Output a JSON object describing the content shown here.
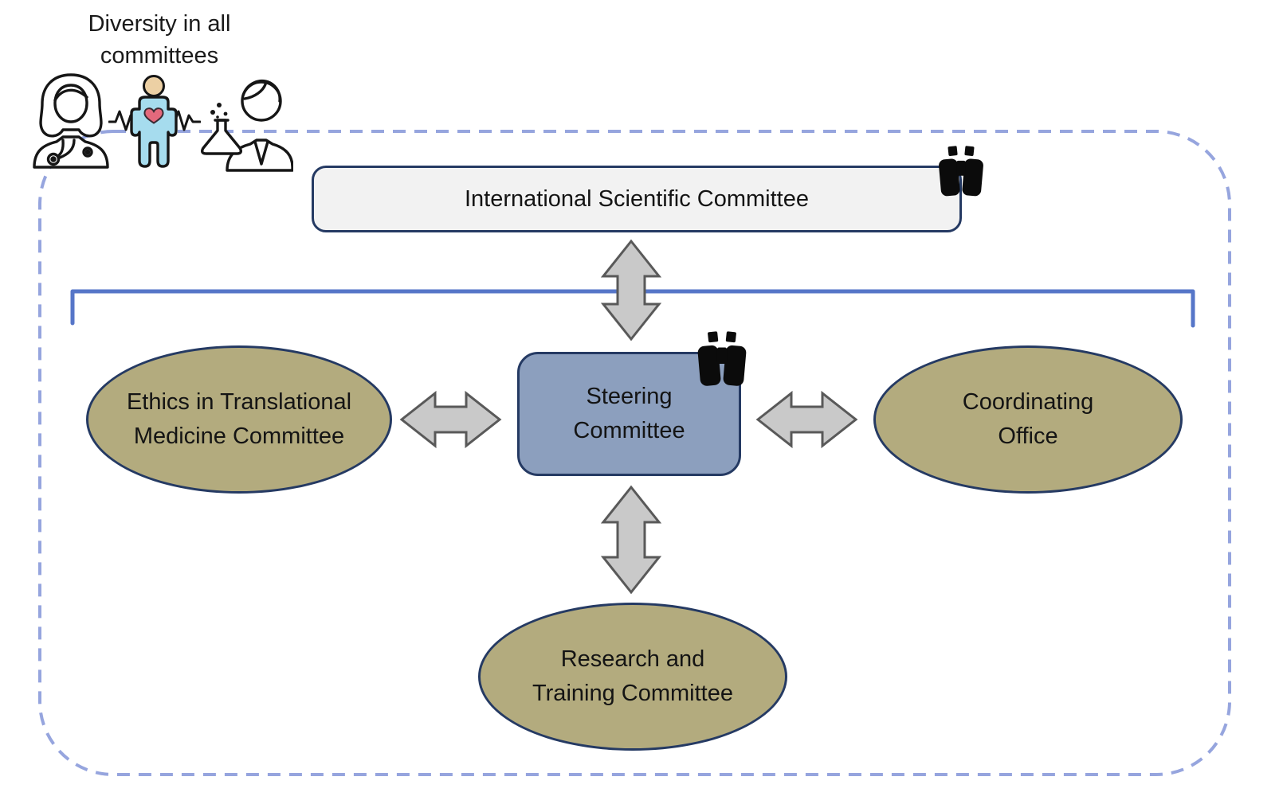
{
  "annotation": {
    "line1": "Diversity in all",
    "line2": "committees",
    "icons": [
      "female-doctor-icon",
      "patient-heartbeat-icon",
      "scientist-flask-icon"
    ]
  },
  "diagram": {
    "boundary": {
      "shape": "dashed-rounded-rectangle",
      "color": "#96a5de"
    },
    "bracket": {
      "shape": "downward-bracket",
      "color": "#5676c8"
    },
    "arrow_style": {
      "fill": "#c9c9c9",
      "stroke": "#595959",
      "type": "double-headed"
    },
    "nodes": {
      "isc": {
        "label": "International Scientific Committee",
        "shape": "rounded-rectangle",
        "fill": "#f2f2f2",
        "border": "#253a63",
        "badge": "binoculars-icon"
      },
      "steering": {
        "line1": "Steering",
        "line2": "Committee",
        "shape": "rounded-rectangle",
        "fill": "#8c9fbe",
        "border": "#253a63",
        "badge": "binoculars-icon"
      },
      "ethics": {
        "line1": "Ethics in Translational",
        "line2": "Medicine Committee",
        "shape": "ellipse",
        "fill": "#b3ab7e",
        "border": "#253a63"
      },
      "coordinating": {
        "line1": "Coordinating",
        "line2": "Office",
        "shape": "ellipse",
        "fill": "#b3ab7e",
        "border": "#253a63"
      },
      "research": {
        "line1": "Research and",
        "line2": "Training Committee",
        "shape": "ellipse",
        "fill": "#b3ab7e",
        "border": "#253a63"
      }
    },
    "connections": [
      {
        "from": "isc",
        "to": "steering",
        "type": "double-arrow"
      },
      {
        "from": "ethics",
        "to": "steering",
        "type": "double-arrow"
      },
      {
        "from": "steering",
        "to": "coordinating",
        "type": "double-arrow"
      },
      {
        "from": "steering",
        "to": "research",
        "type": "double-arrow"
      }
    ]
  }
}
